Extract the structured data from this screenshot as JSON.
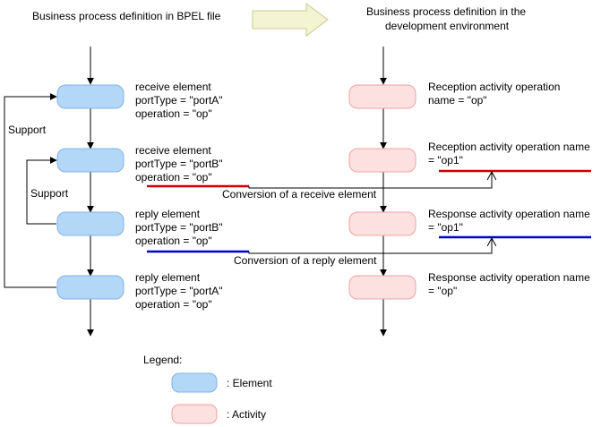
{
  "header": {
    "left_title": "Business process definition in BPEL file",
    "right_title_line1": "Business process definition in the",
    "right_title_line2": "development environment"
  },
  "bpel_elements": [
    {
      "line1": "receive element",
      "line2": "portType = \"portA\"",
      "line3": "operation = \"op\""
    },
    {
      "line1": "receive element",
      "line2": "portType = \"portB\"",
      "line3": "operation = \"op\""
    },
    {
      "line1": "reply element",
      "line2": "portType = \"portB\"",
      "line3": "operation = \"op\""
    },
    {
      "line1": "reply element",
      "line2": "portType = \"portA\"",
      "line3": "operation = \"op\""
    }
  ],
  "activities": [
    {
      "line1": "Reception activity operation",
      "line2": "name = \"op\""
    },
    {
      "line1": "Reception activity operation name",
      "line2": "= \"op1\""
    },
    {
      "line1": "Response activity operation name",
      "line2": "= \"op1\""
    },
    {
      "line1": "Response activity operation name",
      "line2": "= \"op\""
    }
  ],
  "support_outer_label": "Support",
  "support_inner_label": "Support",
  "conversion_receive_label": "Conversion of a receive element",
  "conversion_reply_label": "Conversion of a reply element",
  "legend": {
    "title": "Legend:",
    "element_label": ": Element",
    "activity_label": ": Activity"
  },
  "colors": {
    "element_fill": "#b3d7f7",
    "element_stroke": "#7fb3e6",
    "activity_fill": "#fde1e1",
    "activity_stroke": "#f0a0a0",
    "receive_underline": "#cc0000",
    "reply_underline": "#0000cc",
    "header_arrow_fill": "#f3f4d2",
    "header_arrow_stroke": "#c9cc8a"
  }
}
